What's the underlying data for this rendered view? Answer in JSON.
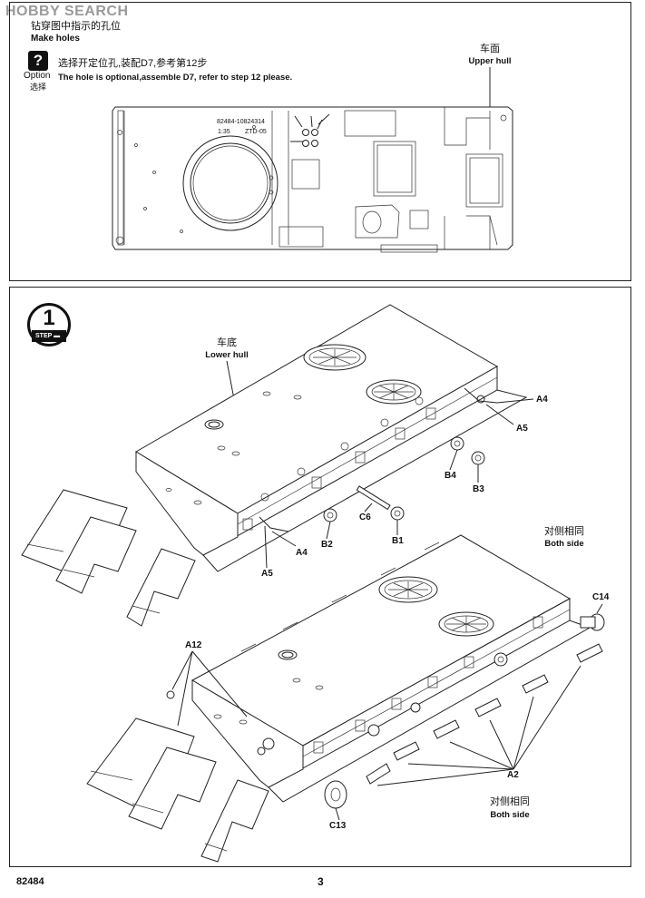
{
  "watermark": {
    "text": "HOBBY SEARCH",
    "color": "#9a9a9a"
  },
  "step0": {
    "title_cn": "钻穿图中指示的孔位",
    "title_en": "Make holes",
    "option_icon": "question-mark-icon",
    "option_en": "Option",
    "option_cn": "选择",
    "note_cn": "选择开定位孔,装配D7,参考第12步",
    "note_en": "The hole is optional,assemble D7, refer to step 12 please.",
    "part_cn": "车面",
    "part_en": "Upper hull",
    "hull_code": "82484-10824314",
    "hull_scale": "1:35",
    "hull_model": "ZTD-05"
  },
  "step1": {
    "badge_number": "1",
    "badge_text": "STEP",
    "badge_icon": "tank-icon",
    "lower_hull_cn": "车底",
    "lower_hull_en": "Lower hull",
    "callouts_top": [
      "A4",
      "A5",
      "B4",
      "B3",
      "C6",
      "B2",
      "B1",
      "A4",
      "A5"
    ],
    "both_side_cn_1": "对侧相同",
    "both_side_en_1": "Both side",
    "callouts_bottom": [
      "C14",
      "A12",
      "A2",
      "C13"
    ],
    "both_side_cn_2": "对侧相同",
    "both_side_en_2": "Both side"
  },
  "footer": {
    "code": "82484",
    "page": "3"
  }
}
